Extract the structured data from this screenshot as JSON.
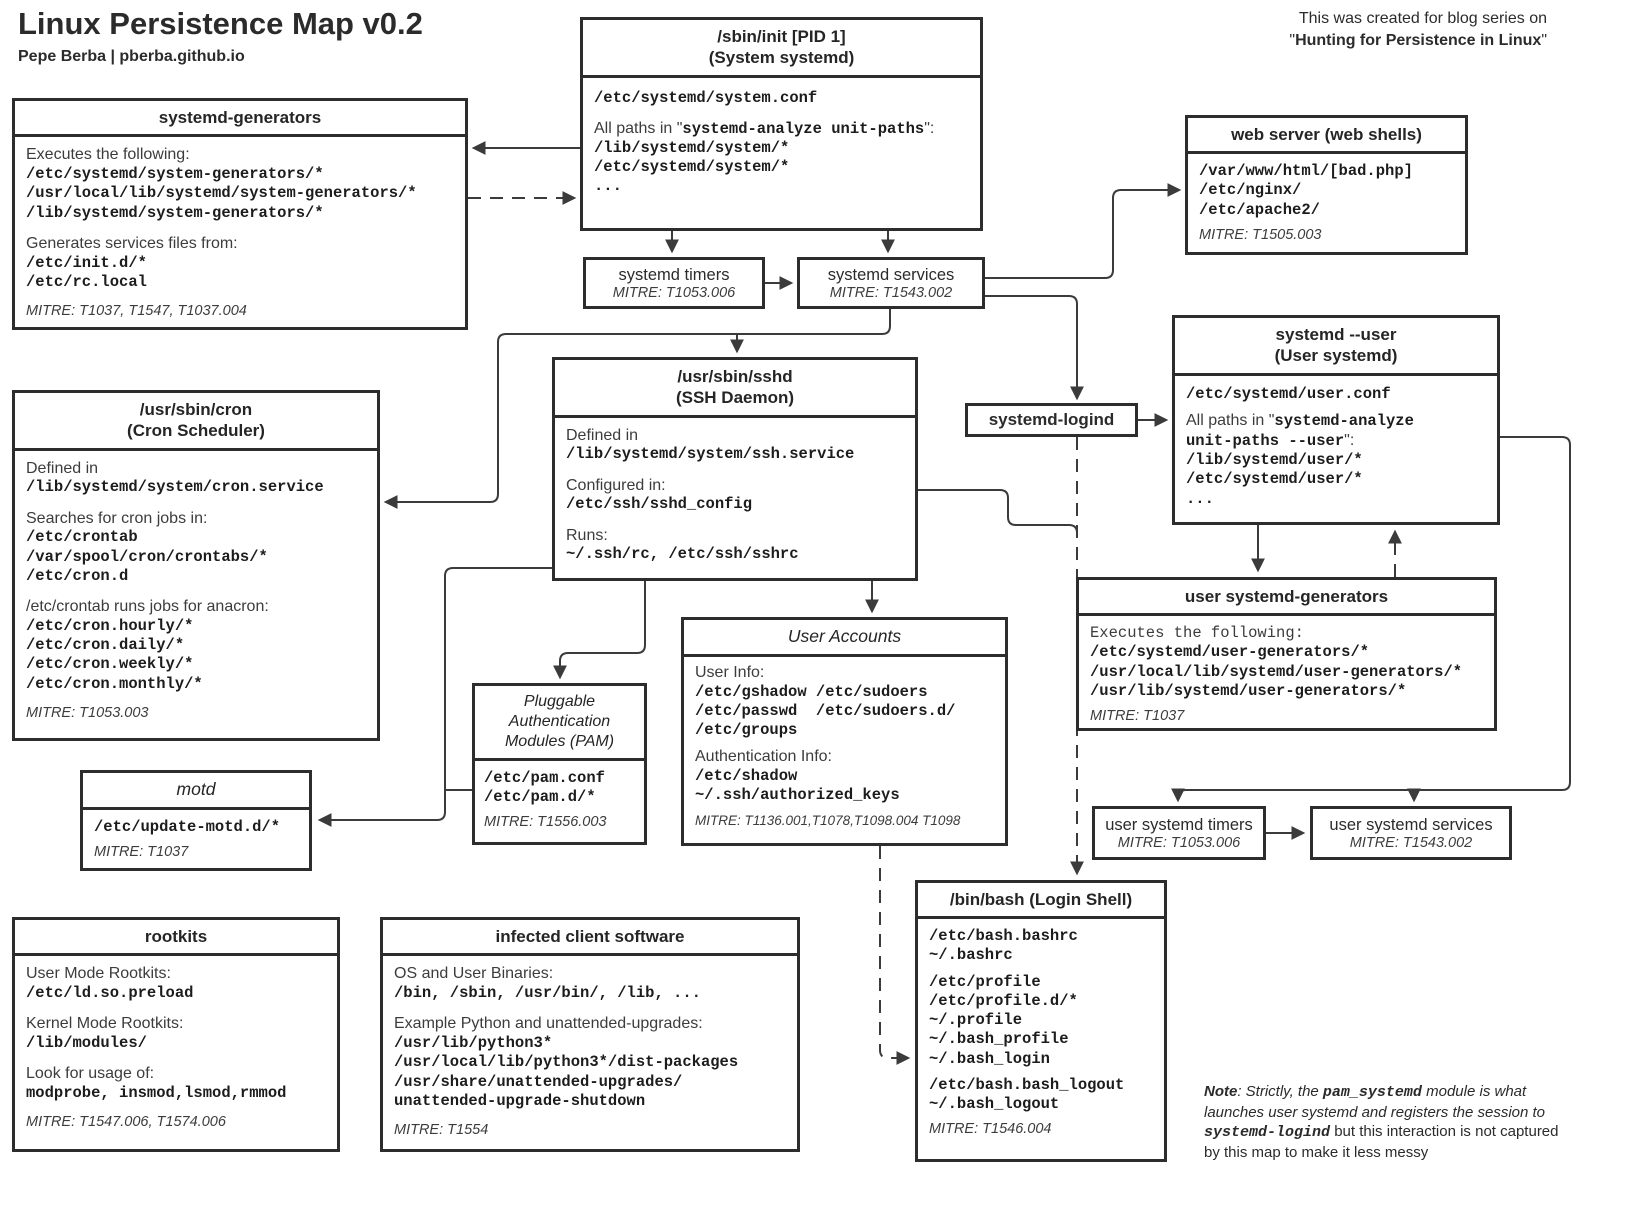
{
  "colors": {
    "border": "#2d2d2d",
    "wire": "#3b3b3b",
    "text": "#2f2f2f"
  },
  "header": {
    "title": "Linux Persistence Map v0.2",
    "subtitle": "Pepe Berba | pberba.github.io",
    "credit_line1": "This was created for blog series on",
    "credit_q1": "\"",
    "credit_line2": "Hunting for Persistence in Linux",
    "credit_q2": "\""
  },
  "boxes": {
    "systemd_generators": {
      "title": "systemd-generators",
      "intro": "Executes the following:",
      "paths": [
        "/etc/systemd/system-generators/*",
        "/usr/local/lib/systemd/system-generators/*",
        "/lib/systemd/system-generators/*"
      ],
      "generates_label": "Generates services files from:",
      "generates_paths": [
        "/etc/init.d/*",
        "/etc/rc.local"
      ],
      "mitre": "MITRE: T1037, T1547, T1037.004"
    },
    "init": {
      "title_line1": "/sbin/init [PID 1]",
      "title_line2": "(System systemd)",
      "conf": "/etc/systemd/system.conf",
      "paths_prefix": "All paths in \"",
      "paths_cmd": "systemd-analyze unit-paths",
      "paths_suffix": "\":",
      "paths": [
        "/lib/systemd/system/*",
        "/etc/systemd/system/*"
      ],
      "ellipsis": "..."
    },
    "web_server": {
      "title": "web server (web shells)",
      "paths": [
        "/var/www/html/[bad.php]",
        "/etc/nginx/",
        "/etc/apache2/"
      ],
      "mitre": "MITRE: T1505.003"
    },
    "systemd_timers": {
      "label": "systemd timers",
      "mitre": "MITRE: T1053.006"
    },
    "systemd_services": {
      "label": "systemd services",
      "mitre": "MITRE: T1543.002"
    },
    "cron": {
      "title_line1": "/usr/sbin/cron",
      "title_line2": "(Cron Scheduler)",
      "defined_label": "Defined in",
      "defined_path": "/lib/systemd/system/cron.service",
      "search_label": "Searches for cron jobs in:",
      "search_paths": [
        "/etc/crontab",
        "/var/spool/cron/crontabs/*",
        "/etc/cron.d"
      ],
      "anacron_label": "/etc/crontab runs jobs for anacron:",
      "anacron_paths": [
        "/etc/cron.hourly/*",
        "/etc/cron.daily/*",
        "/etc/cron.weekly/*",
        "/etc/cron.monthly/*"
      ],
      "mitre": "MITRE: T1053.003"
    },
    "sshd": {
      "title_line1": "/usr/sbin/sshd",
      "title_line2": "(SSH Daemon)",
      "defined_label": "Defined in",
      "defined_path": "/lib/systemd/system/ssh.service",
      "configured_label": "Configured in:",
      "configured_path": "/etc/ssh/sshd_config",
      "runs_label": "Runs:",
      "runs_path": "~/.ssh/rc, /etc/ssh/sshrc"
    },
    "systemd_logind": {
      "label": "systemd-logind"
    },
    "systemd_user": {
      "title_line1": "systemd --user",
      "title_line2": "(User systemd)",
      "conf": "/etc/systemd/user.conf",
      "paths_prefix": "All paths in \"",
      "paths_cmd_line1": "systemd-analyze",
      "paths_cmd_line2": "unit-paths --user",
      "paths_suffix": "\":",
      "paths": [
        "/lib/systemd/user/*",
        "/etc/systemd/user/*"
      ],
      "ellipsis": "..."
    },
    "user_generators": {
      "title": "user systemd-generators",
      "intro": "Executes the following:",
      "paths": [
        "/etc/systemd/user-generators/*",
        "/usr/local/lib/systemd/user-generators/*",
        "/usr/lib/systemd/user-generators/*"
      ],
      "mitre": "MITRE: T1037"
    },
    "user_accounts": {
      "title": "User Accounts",
      "user_info_label": "User Info:",
      "user_info_paths": [
        "/etc/gshadow /etc/sudoers",
        "/etc/passwd  /etc/sudoers.d/",
        "/etc/groups"
      ],
      "auth_label": "Authentication Info:",
      "auth_paths": [
        "/etc/shadow",
        "~/.ssh/authorized_keys"
      ],
      "mitre": "MITRE: T1136.001,T1078,T1098.004 T1098"
    },
    "pam": {
      "title_line1": "Pluggable",
      "title_line2": "Authentication",
      "title_line3": "Modules (PAM)",
      "paths": [
        "/etc/pam.conf",
        "/etc/pam.d/*"
      ],
      "mitre": "MITRE: T1556.003"
    },
    "motd": {
      "title": "motd",
      "path": "/etc/update-motd.d/*",
      "mitre": "MITRE: T1037"
    },
    "user_timers": {
      "label": "user systemd timers",
      "mitre": "MITRE: T1053.006"
    },
    "user_services": {
      "label": "user systemd services",
      "mitre": "MITRE: T1543.002"
    },
    "rootkits": {
      "title": "rootkits",
      "user_label": "User Mode Rootkits:",
      "user_path": "/etc/ld.so.preload",
      "kernel_label": "Kernel Mode Rootkits:",
      "kernel_path": "/lib/modules/",
      "usage_label": "Look for usage of:",
      "usage_cmds": "modprobe, insmod,lsmod,rmmod",
      "mitre": "MITRE: T1547.006, T1574.006"
    },
    "infected": {
      "title": "infected client software",
      "os_label": "OS and User Binaries:",
      "os_paths": "/bin, /sbin, /usr/bin/, /lib, ...",
      "example_label": "Example Python and unattended-upgrades:",
      "example_paths": [
        "/usr/lib/python3*",
        "/usr/local/lib/python3*/dist-packages",
        "/usr/share/unattended-upgrades/",
        "unattended-upgrade-shutdown"
      ],
      "mitre": "MITRE: T1554"
    },
    "bash": {
      "title": "/bin/bash (Login Shell)",
      "group1": [
        "/etc/bash.bashrc",
        "~/.bashrc"
      ],
      "group2": [
        "/etc/profile",
        "/etc/profile.d/*",
        "~/.profile",
        "~/.bash_profile",
        "~/.bash_login"
      ],
      "group3": [
        "/etc/bash.bash_logout",
        "~/.bash_logout"
      ],
      "mitre": "MITRE: T1546.004"
    }
  },
  "note": {
    "label": "Note",
    "s1": ": Strictly, the ",
    "mono1": "pam_systemd",
    "s2": " module is what launches user systemd and registers the session to ",
    "mono2": "systemd-logind",
    "s3": " but this interaction is not captured by this map to make it less messy"
  }
}
